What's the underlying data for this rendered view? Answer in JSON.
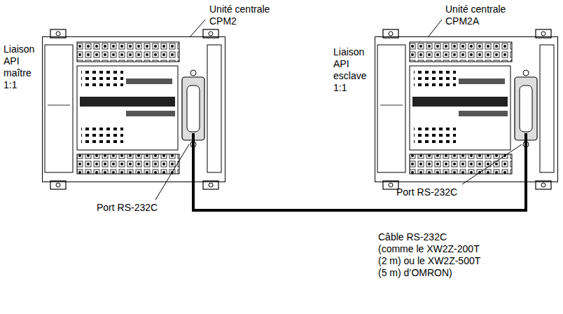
{
  "diagram": {
    "nodes": [
      {
        "text": [
          "Unité centrale CPM2"
        ]
      },
      {
        "text": [
          "Unité centrale CPM2A"
        ]
      }
    ],
    "edges": [
      {
        "from": 0,
        "to": 1,
        "arrow": "none",
        "label": "Câble RS-232C (comme le XW2Z-200T (2 m) ou le XW2Z-500T (5 m) d’OMRON)"
      }
    ],
    "labels": [
      "Liaison API maître 1:1",
      "Liaison API esclave 1:1",
      "Port RS-232C",
      "Port RS-232C"
    ]
  }
}
